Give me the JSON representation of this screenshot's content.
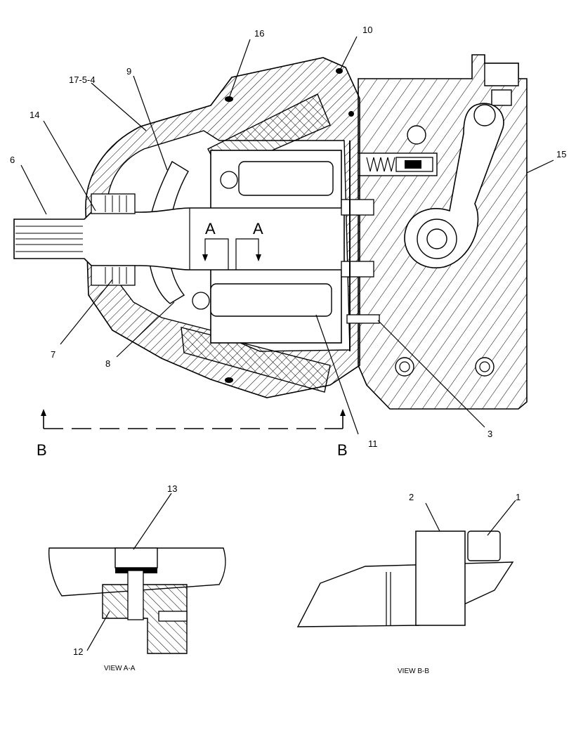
{
  "callouts": {
    "c1": "1",
    "c2": "2",
    "c3": "3",
    "c6": "6",
    "c7": "7",
    "c8": "8",
    "c9": "9",
    "c10": "10",
    "c11": "11",
    "c12": "12",
    "c13": "13",
    "c14": "14",
    "c15": "15",
    "c16": "16",
    "c17": "17-5-4"
  },
  "section_marks": {
    "a_left": "A",
    "a_right": "A",
    "b_left": "B",
    "b_right": "B"
  },
  "captions": {
    "view_aa": "VIEW A-A",
    "view_bb": "VIEW B-B"
  }
}
